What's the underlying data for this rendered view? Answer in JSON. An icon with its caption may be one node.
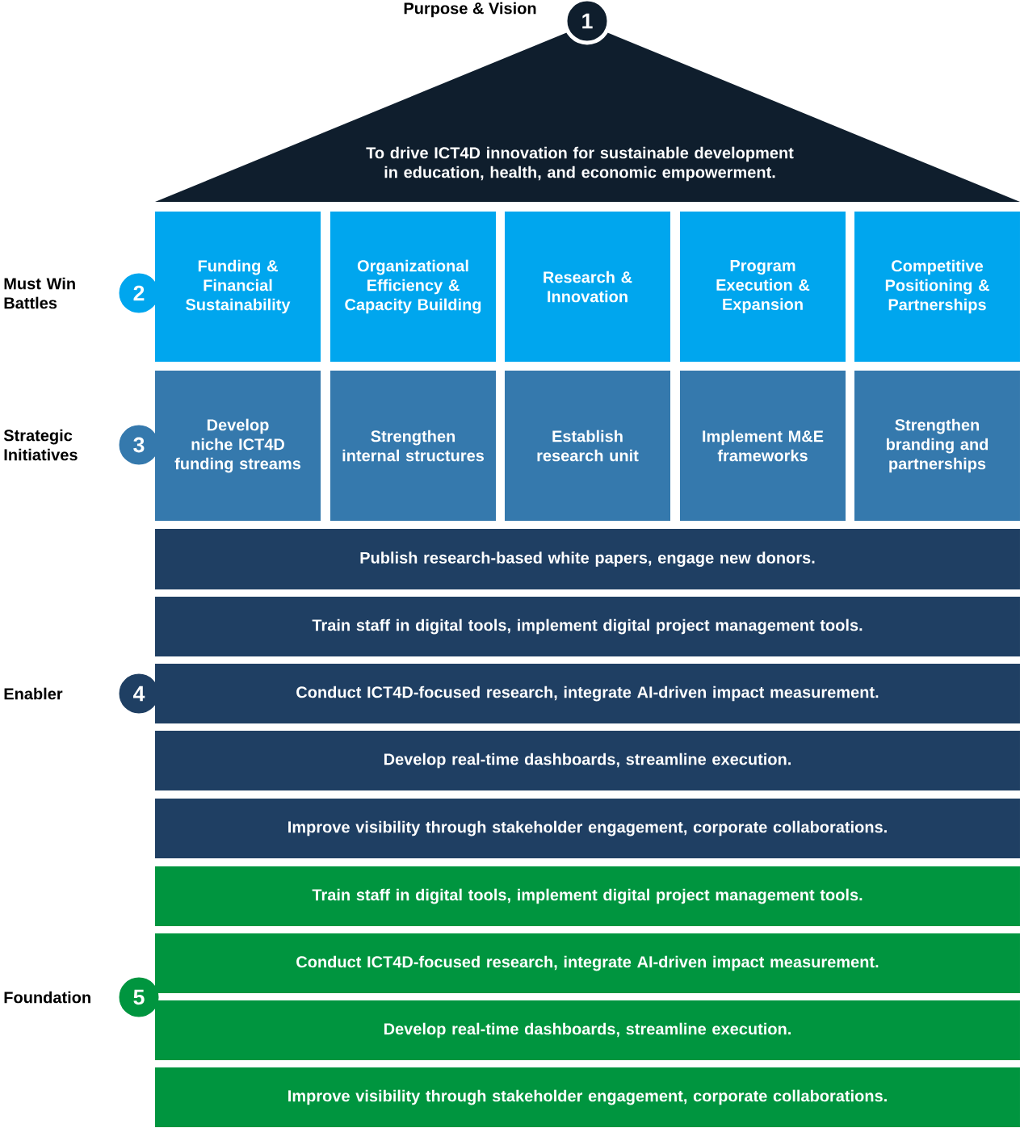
{
  "diagram": {
    "nodes": [
      {
        "text": [
          "To drive ICT4D innovation for sustainable development in education, health, and economic empowerment."
        ]
      },
      {
        "text": [
          "1"
        ]
      },
      {
        "text": [
          "2"
        ],
        "beside": [
          "Must Win Battles"
        ]
      },
      {
        "text": [
          "Funding & Financial Sustainability"
        ]
      },
      {
        "text": [
          "Organizational Efficiency & Capacity Building"
        ]
      },
      {
        "text": [
          "Research & Innovation"
        ]
      },
      {
        "text": [
          "Program Execution & Expansion"
        ]
      },
      {
        "text": [
          "Competitive Positioning & Partnerships"
        ]
      },
      {
        "text": [
          "3"
        ],
        "beside": [
          "Strategic Initiatives"
        ]
      },
      {
        "text": [
          "Develop niche ICT4D funding streams"
        ]
      },
      {
        "text": [
          "Strengthen internal structures"
        ]
      },
      {
        "text": [
          "Establish research unit"
        ]
      },
      {
        "text": [
          "Implement M&E frameworks"
        ]
      },
      {
        "text": [
          "Strengthen branding and partnerships"
        ]
      },
      {
        "text": [
          "4"
        ],
        "beside": [
          "Enabler"
        ]
      },
      {
        "text": [
          "Publish research-based white papers, engage new donors."
        ]
      },
      {
        "text": [
          "Train staff in digital tools, implement digital project management tools."
        ]
      },
      {
        "text": [
          "Conduct ICT4D-focused research, integrate AI-driven impact measurement."
        ]
      },
      {
        "text": [
          "Develop real-time dashboards, streamline execution."
        ]
      },
      {
        "text": [
          "Improve visibility through stakeholder engagement, corporate collaborations."
        ]
      },
      {
        "text": [
          "5"
        ],
        "beside": [
          "Foundation"
        ]
      },
      {
        "text": [
          "Train staff in digital tools, implement digital project management tools."
        ]
      },
      {
        "text": [
          "Conduct ICT4D-focused research, integrate AI-driven impact measurement."
        ]
      },
      {
        "text": [
          "Develop real-time dashboards, streamline execution."
        ]
      },
      {
        "text": [
          "Improve visibility through stakeholder engagement, corporate collaborations."
        ]
      }
    ],
    "labels": [
      "Purpose & Vision"
    ]
  }
}
